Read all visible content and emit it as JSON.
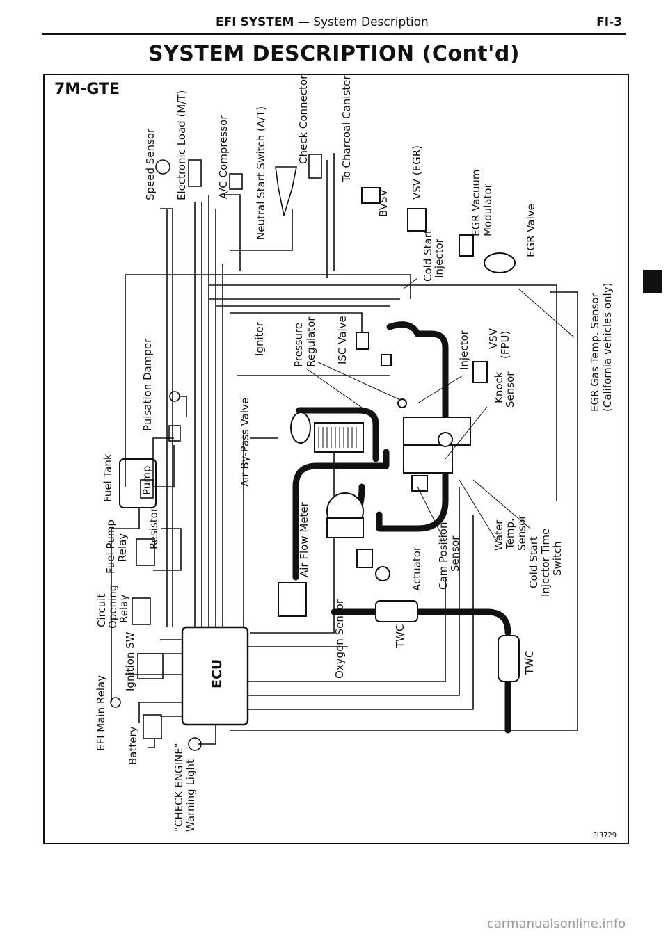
{
  "header": {
    "section": "EFI SYSTEM",
    "subtitle": " — System Description",
    "page": "FI-3"
  },
  "title": "SYSTEM DESCRIPTION (Cont'd)",
  "diagram": {
    "model": "7M-GTE",
    "figure_id": "FI3729",
    "labels": {
      "speed_sensor": "Speed Sensor",
      "electronic_load": "Electronic Load (M/T)",
      "ac_compressor": "A/C Compressor",
      "neutral_start": "Neutral Start Switch (A/T)",
      "check_connector": "Check Connector",
      "charcoal_canister": "To Charcoal Canister",
      "bvsv": "BVSV",
      "vsv_egr": "VSV (EGR)",
      "egr_vacuum": "EGR Vacuum",
      "modulator": "Modulator",
      "egr_valve": "EGR Valve",
      "cold_start": "Cold Start",
      "injector": "Injector",
      "egr_gas_temp": "EGR Gas Temp. Sensor",
      "california": "(California vehicles only)",
      "pulsation_damper": "Pulsation Damper",
      "igniter": "Igniter",
      "pressure": "Pressure",
      "regulator": "Regulator",
      "isc_valve": "ISC Valve",
      "injector_single": "Injector",
      "vsv": "VSV",
      "fpu": "(FPU)",
      "knock": "Knock",
      "sensor": "Sensor",
      "air_bypass": "Air By-Pass Valve",
      "fuel_tank": "Fuel Tank",
      "pump": "Pump",
      "air_flow_meter": "Air Flow Meter",
      "fuel_pump": "Fuel Pump",
      "relay": "Relay",
      "resistor": "Resistor",
      "circuit": "Circuit",
      "opening": "Opening",
      "water": "Water",
      "temp": "Temp.",
      "cold_start_timer": "Cold Start",
      "injector_time": "Injector Time",
      "switch": "Switch",
      "actuator": "Actuator",
      "cam_position": "Cam Position",
      "twc": "TWC",
      "ignition_sw": "Ignition SW",
      "efi_main_relay": "EFI Main Relay",
      "ecu": "ECU",
      "oxygen_sensor": "Oxygen Sensor",
      "battery": "Battery",
      "check_engine": "\"CHECK ENGINE\"",
      "warning_light": "Warning Light"
    }
  },
  "footer": "carmanualsonline.info"
}
